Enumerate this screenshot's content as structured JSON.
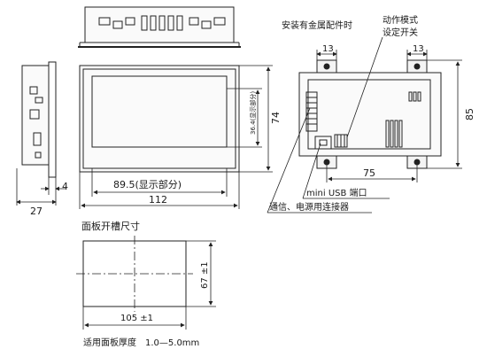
{
  "labels": {
    "metal_fitting_note": "安装有金属配件时",
    "mode_switch_line1": "动作模式",
    "mode_switch_line2": "设定开关",
    "mini_usb": "mini USB 端口",
    "comm_power": "通信、电源用连接器",
    "cutout_title": "面板开槽尺寸",
    "panel_thickness": "适用面板厚度　1.0—5.0mm"
  },
  "dimensions": {
    "depth": "27",
    "bezel": "4",
    "display_width": "89.5(显示部分)",
    "overall_width": "112",
    "display_height": "36.4(显示部分)",
    "overall_height": "74",
    "bracket_left": "13",
    "bracket_right": "13",
    "mount_height": "85",
    "mount_spacing": "75",
    "cutout_width": "105 ±1",
    "cutout_height": "67 ±1"
  }
}
